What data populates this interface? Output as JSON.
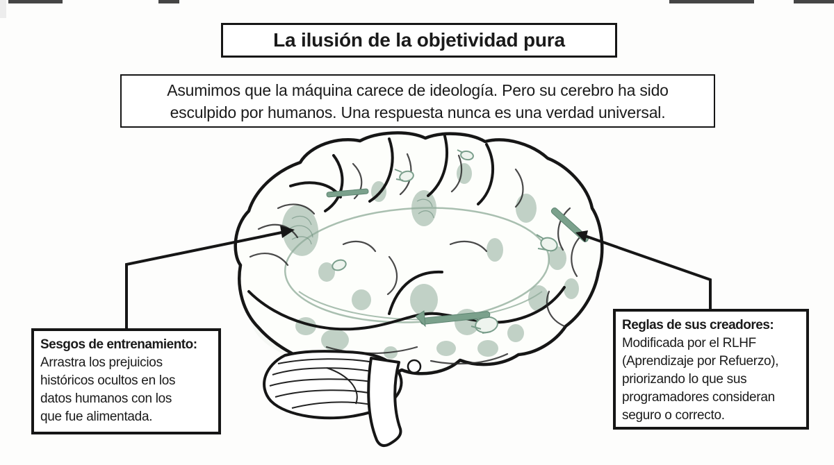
{
  "colors": {
    "ink": "#161616",
    "background": "#fdfdfc",
    "spot_green": "#8fac9a",
    "tool_green": "#7ba18c",
    "sketch_green": "#7a9e8b"
  },
  "title": {
    "label": "La ilusión de la objetividad pura"
  },
  "intro": {
    "text": "Asumimos que la máquina carece de ideología. Pero su cerebro ha sido\nesculpido por humanos. Una respuesta nunca es una verdad universal."
  },
  "callouts": {
    "left": {
      "heading": "Sesgos de entrenamiento:",
      "body": "Arrastra los prejuicios\nhistóricos ocultos en los\ndatos humanos con los\nque fue alimentada."
    },
    "right": {
      "heading": "Reglas de sus creadores:",
      "body": "Modificada por el RLHF\n(Aprendizaje por Refuerzo),\npriorizando lo que sus\nprogramadores consideran\nseguro o correcto."
    }
  },
  "illustration": {
    "name": "cerebro-esculpido",
    "alt": "Cerebro dibujado a mano siendo esculpido por pequeñas manos con cinceles; manchas verdes de huellas"
  }
}
